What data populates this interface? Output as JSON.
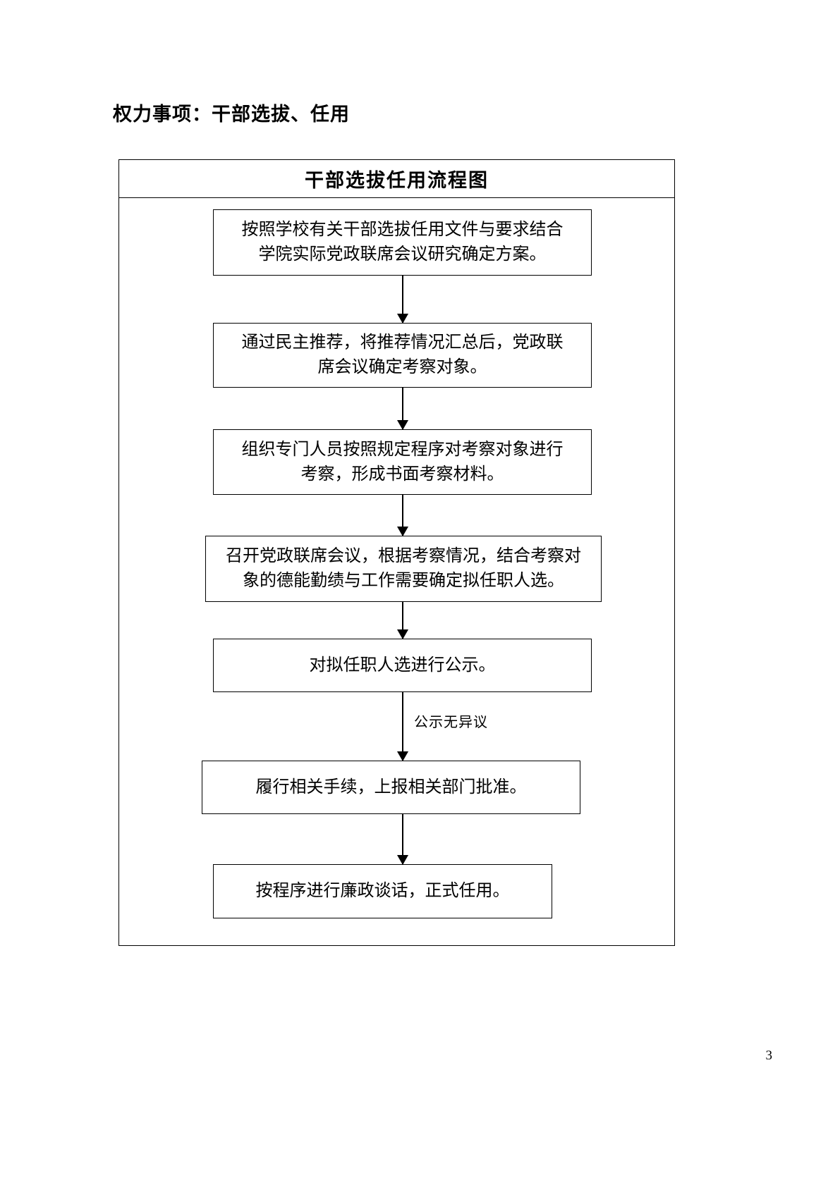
{
  "document": {
    "heading": "权力事项：干部选拔、任用",
    "page_number": "3"
  },
  "flowchart": {
    "title": "干部选拔任用流程图",
    "nodes": [
      {
        "id": "step-1",
        "text": "按照学校有关干部选拔任用文件与要求结合\n学院实际党政联席会议研究确定方案。"
      },
      {
        "id": "step-2",
        "text": "通过民主推荐，将推荐情况汇总后，党政联\n席会议确定考察对象。"
      },
      {
        "id": "step-3",
        "text": "组织专门人员按照规定程序对考察对象进行\n考察，形成书面考察材料。"
      },
      {
        "id": "step-4",
        "text": "召开党政联席会议，根据考察情况，结合考察对\n象的德能勤绩与工作需要确定拟任职人选。"
      },
      {
        "id": "step-5",
        "text": "对拟任职人选进行公示。"
      },
      {
        "id": "step-6",
        "text": "履行相关手续，上报相关部门批准。"
      },
      {
        "id": "step-7",
        "text": "按程序进行廉政谈话，正式任用。"
      }
    ],
    "edge_labels": [
      {
        "id": "edge-5-6",
        "text": "公示无异议"
      }
    ]
  },
  "colors": {
    "ink": "#000000",
    "paper": "#ffffff"
  }
}
